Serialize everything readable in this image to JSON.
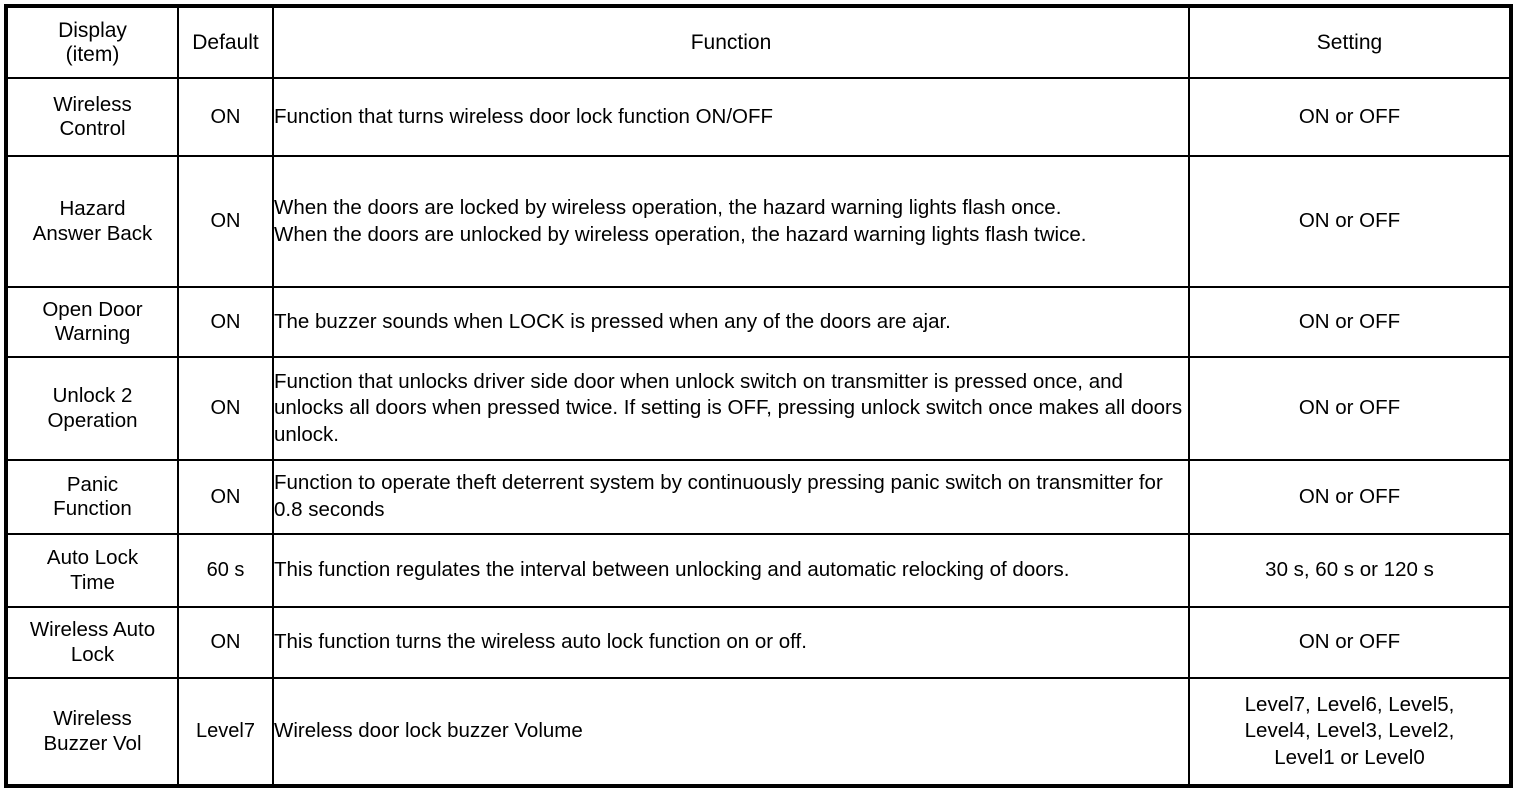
{
  "table": {
    "headers": {
      "display": "Display\n(item)",
      "display_line1": "Display",
      "display_line2": "(item)",
      "default": "Default",
      "function": "Function",
      "setting": "Setting"
    },
    "rows": [
      {
        "display_line1": "Wireless",
        "display_line2": "Control",
        "default": "ON",
        "function_lines": [
          "Function that turns wireless door lock function ON/OFF"
        ],
        "function": "Function that turns wireless door lock function ON/OFF",
        "setting_lines": [
          "ON or OFF"
        ],
        "setting": "ON or OFF"
      },
      {
        "display_line1": "Hazard",
        "display_line2": "Answer Back",
        "default": "ON",
        "function_lines": [
          "When the doors are locked by wireless operation, the hazard warning lights flash once.",
          "When the doors are unlocked by wireless operation, the hazard warning lights flash twice."
        ],
        "function": "When the doors are locked by wireless operation, the hazard warning lights flash once. When the doors are unlocked by wireless operation, the hazard warning lights flash twice.",
        "setting_lines": [
          "ON or OFF"
        ],
        "setting": "ON or OFF"
      },
      {
        "display_line1": "Open Door",
        "display_line2": "Warning",
        "default": "ON",
        "function_lines": [
          "The buzzer sounds when LOCK is pressed when any of the doors are ajar."
        ],
        "function": "The buzzer sounds when LOCK is pressed when any of the doors are ajar.",
        "setting_lines": [
          "ON or OFF"
        ],
        "setting": "ON or OFF"
      },
      {
        "display_line1": "Unlock 2",
        "display_line2": "Operation",
        "default": "ON",
        "function_lines": [
          "Function that unlocks driver side door when unlock switch on transmitter is pressed once, and unlocks all doors when pressed twice. If setting is OFF, pressing unlock switch once makes all doors unlock."
        ],
        "function": "Function that unlocks driver side door when unlock switch on transmitter is pressed once, and unlocks all doors when pressed twice. If setting is OFF, pressing unlock switch once makes all doors unlock.",
        "setting_lines": [
          "ON or OFF"
        ],
        "setting": "ON or OFF"
      },
      {
        "display_line1": "Panic",
        "display_line2": "Function",
        "default": "ON",
        "function_lines": [
          "Function to operate theft deterrent system by continuously pressing panic switch on transmitter for 0.8 seconds"
        ],
        "function": "Function to operate theft deterrent system by continuously pressing panic switch on transmitter for 0.8 seconds",
        "setting_lines": [
          "ON or OFF"
        ],
        "setting": "ON or OFF"
      },
      {
        "display_line1": "Auto Lock",
        "display_line2": "Time",
        "default": "60 s",
        "function_lines": [
          "This function regulates the interval between unlocking and automatic relocking of doors."
        ],
        "function": "This function regulates the interval between unlocking and automatic relocking of doors.",
        "setting_lines": [
          "30 s, 60 s or 120 s"
        ],
        "setting": "30 s, 60 s or 120 s"
      },
      {
        "display_line1": "Wireless Auto",
        "display_line2": "Lock",
        "default": "ON",
        "function_lines": [
          "This function turns the wireless auto lock function on or off."
        ],
        "function": "This function turns the wireless auto lock function on or off.",
        "setting_lines": [
          "ON or OFF"
        ],
        "setting": "ON or OFF"
      },
      {
        "display_line1": "Wireless",
        "display_line2": "Buzzer Vol",
        "default": "Level7",
        "function_lines": [
          "Wireless door lock buzzer Volume"
        ],
        "function": "Wireless door lock buzzer Volume",
        "setting_lines": [
          "Level7, Level6, Level5,",
          "Level4, Level3, Level2,",
          "Level1 or Level0"
        ],
        "setting": "Level7, Level6, Level5, Level4, Level3, Level2, Level1 or Level0"
      }
    ]
  },
  "colors": {
    "border": "#000000",
    "text": "#000000",
    "background": "#ffffff"
  }
}
